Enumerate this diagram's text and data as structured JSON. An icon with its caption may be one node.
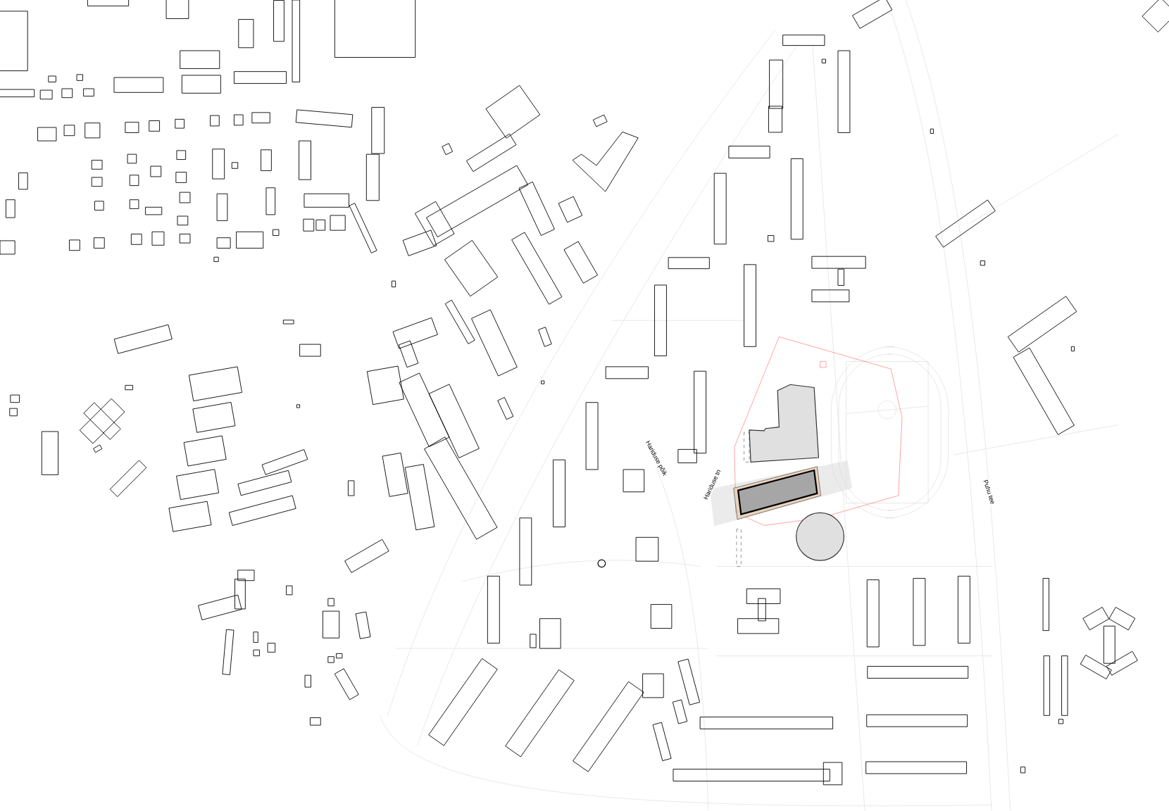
{
  "diagram": {
    "labels": [
      "Hariduse põik",
      "Hariduse tn",
      "Puhu tee"
    ]
  }
}
